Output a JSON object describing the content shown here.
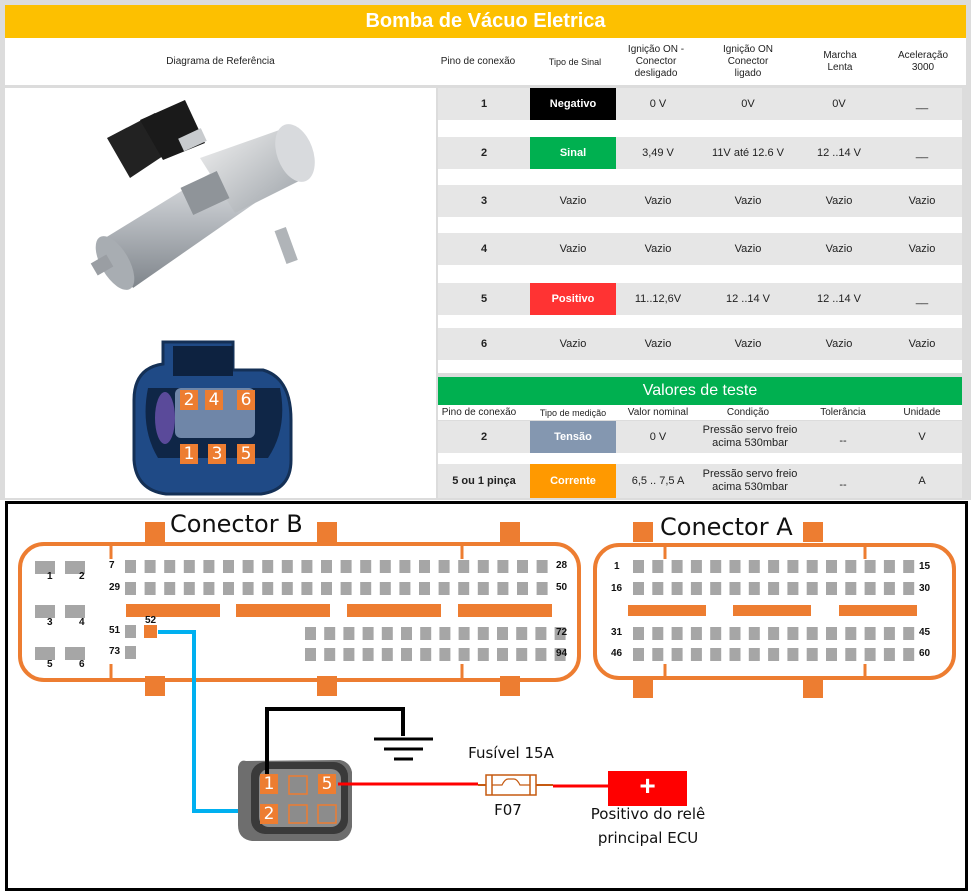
{
  "title": "Bomba de Vácuo Eletrica",
  "colors": {
    "title_bg": "#fdc000",
    "negativo": "#000000",
    "sinal": "#00b050",
    "positivo": "#ff3333",
    "tensao": "#8497b0",
    "corrente": "#ff9900",
    "valores_bg": "#00b050",
    "connector_orange": "#ed7d31",
    "pin_gray": "#a6a6a6",
    "wire_blue": "#00b0f0",
    "wire_red": "#ff0000",
    "wire_black": "#000000"
  },
  "header": {
    "diagram": "Diagrama de Referência",
    "pin": "Pino de conexão",
    "signal_type": "Tipo de Sinal",
    "ign_off": "Ignição ON -\nConector\ndesligado",
    "ign_on": "Ignição ON\nConector\nligado",
    "idle": "Marcha\nLenta",
    "accel": "Aceleração\n3000"
  },
  "pins": [
    {
      "pin": "1",
      "type": "Negativo",
      "ign_off": "0 V",
      "ign_on": "0V",
      "idle": "0V",
      "accel": "__"
    },
    {
      "pin": "2",
      "type": "Sinal",
      "ign_off": "3,49 V",
      "ign_on": "11V até 12.6 V",
      "idle": "12 ..14 V",
      "accel": "__"
    },
    {
      "pin": "3",
      "type": "Vazio",
      "ign_off": "Vazio",
      "ign_on": "Vazio",
      "idle": "Vazio",
      "accel": "Vazio"
    },
    {
      "pin": "4",
      "type": "Vazio",
      "ign_off": "Vazio",
      "ign_on": "Vazio",
      "idle": "Vazio",
      "accel": "Vazio"
    },
    {
      "pin": "5",
      "type": "Positivo",
      "ign_off": "11..12,6V",
      "ign_on": "12 ..14 V",
      "idle": "12 ..14 V",
      "accel": "__"
    },
    {
      "pin": "6",
      "type": "Vazio",
      "ign_off": "Vazio",
      "ign_on": "Vazio",
      "idle": "Vazio",
      "accel": "Vazio"
    }
  ],
  "test_values": {
    "title": "Valores de teste",
    "headers": [
      "Pino de conexão",
      "Tipo de medição",
      "Valor nominal",
      "Condição",
      "Tolerância",
      "Unidade"
    ],
    "rows": [
      {
        "pin": "2",
        "type": "Tensão",
        "nominal": "0 V",
        "condition": "Pressão servo freio acima 530mbar",
        "tolerance": "--",
        "unit": "V"
      },
      {
        "pin": "5 ou 1 pinça",
        "type": "Corrente",
        "nominal": "6,5 .. 7,5 A",
        "condition": "Pressão servo freio acima 530mbar",
        "tolerance": "--",
        "unit": "A"
      }
    ]
  },
  "connector_pin_labels": {
    "top_row": [
      "2",
      "4",
      "6"
    ],
    "bottom_row": [
      "1",
      "3",
      "5"
    ]
  },
  "wiring": {
    "connector_b": {
      "title": "Conector B",
      "labels": {
        "p1": "1",
        "p2": "2",
        "p3": "3",
        "p4": "4",
        "p5": "5",
        "p6": "6",
        "p7": "7",
        "p28": "28",
        "p29": "29",
        "p50": "50",
        "p51": "51",
        "p52": "52",
        "p72": "72",
        "p73": "73",
        "p94": "94"
      }
    },
    "connector_a": {
      "title": "Conector A",
      "labels": {
        "p1": "1",
        "p15": "15",
        "p16": "16",
        "p30": "30",
        "p31": "31",
        "p45": "45",
        "p46": "46",
        "p60": "60"
      }
    },
    "pump_pins": {
      "p1": "1",
      "p2": "2",
      "p5": "5"
    },
    "fuse_label": "Fusível 15A",
    "fuse_id": "F07",
    "plus_symbol": "+",
    "relay_label_line1": "Positivo do relê",
    "relay_label_line2": "principal ECU"
  }
}
